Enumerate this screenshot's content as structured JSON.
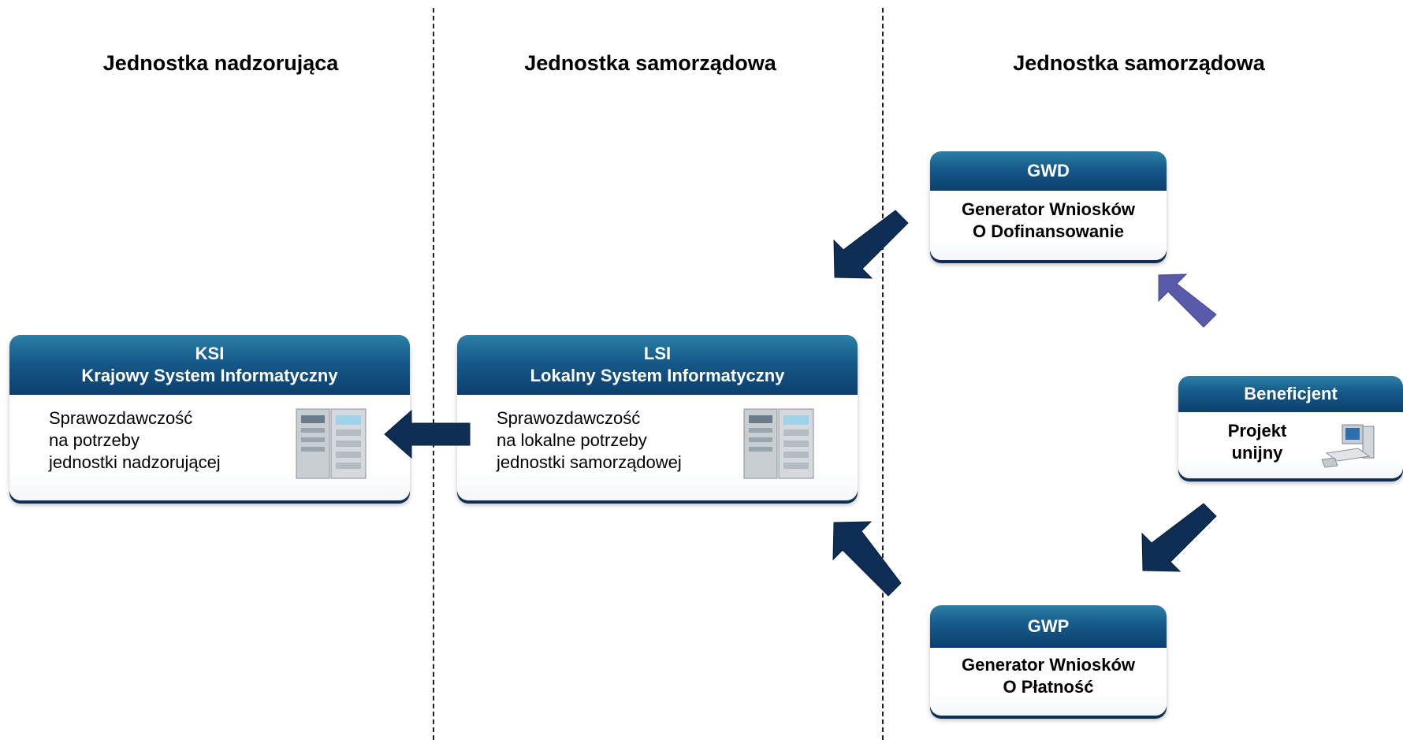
{
  "columns": [
    {
      "label": "Jednostka nadzorująca"
    },
    {
      "label": "Jednostka samorządowa"
    },
    {
      "label": "Jednostka samorządowa"
    }
  ],
  "ksi": {
    "title": "KSI",
    "subtitle": "Krajowy System Informatyczny",
    "lines": [
      "Sprawozdawczość",
      "na potrzeby",
      "jednostki nadzorującej"
    ],
    "icon": "server-icon"
  },
  "lsi": {
    "title": "LSI",
    "subtitle": "Lokalny System Informatyczny",
    "lines": [
      "Sprawozdawczość",
      "na lokalne potrzeby",
      "jednostki samorządowej"
    ],
    "icon": "server-icon"
  },
  "gwd": {
    "title": "GWD",
    "lines": [
      "Generator Wniosków",
      "O Dofinansowanie"
    ]
  },
  "gwp": {
    "title": "GWP",
    "lines": [
      "Generator Wniosków",
      "O Płatność"
    ]
  },
  "beneficjent": {
    "title": "Beneficjent",
    "lines": [
      "Projekt",
      "unijny"
    ],
    "icon": "computer-icon"
  },
  "colors": {
    "box_header_dark": "#0c3f6e",
    "box_header_light": "#2d7fa8",
    "arrow_navy": "#0e2e56",
    "arrow_purple": "#5a5aaa"
  }
}
